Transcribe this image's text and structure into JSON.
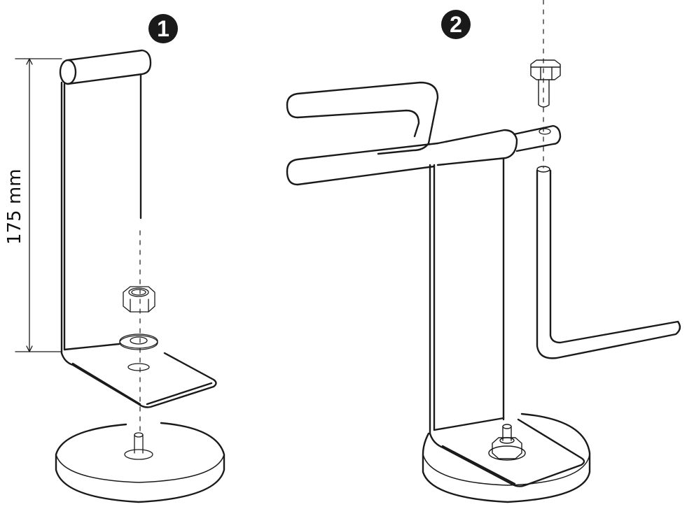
{
  "steps": [
    {
      "number": "1",
      "label": "step-1"
    },
    {
      "number": "2",
      "label": "step-2"
    }
  ],
  "dimension": {
    "text": "175 mm"
  },
  "colors": {
    "line": "#1a1a1a",
    "background": "#ffffff",
    "badge": "#1a1a1a"
  }
}
